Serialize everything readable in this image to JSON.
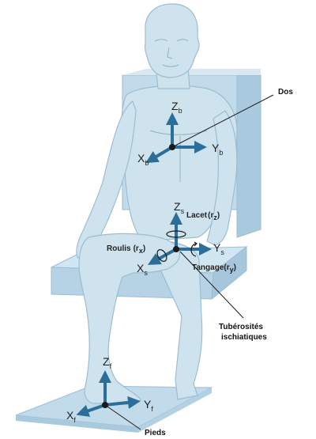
{
  "callouts": {
    "back": "Dos",
    "ischial_1": "Tubérosités",
    "ischial_2": "ischiatiques",
    "feet": "Pieds"
  },
  "frames": {
    "back": {
      "z": "Z",
      "z_sub": "b",
      "y": "Y",
      "y_sub": "b",
      "x": "X",
      "x_sub": "b"
    },
    "seat": {
      "z": "Z",
      "z_sub": "s",
      "y": "Y",
      "y_sub": "s",
      "x": "X",
      "x_sub": "s"
    },
    "feet": {
      "z": "Z",
      "z_sub": "f",
      "y": "Y",
      "y_sub": "f",
      "x": "X",
      "x_sub": "f"
    }
  },
  "rotations": {
    "yaw": {
      "label": "Lacet",
      "sym": "r",
      "sub": "z"
    },
    "roll": {
      "label": "Roulis",
      "sym": "r",
      "sub": "x"
    },
    "pitch": {
      "label": "Tangage",
      "sym": "r",
      "sub": "y"
    }
  },
  "colors": {
    "body_fill": "#cfe3ef",
    "body_stroke": "#9bbdd2",
    "chair_fill": "#c2dbeb",
    "chair_dark": "#a9c9de",
    "arrow": "#2b6e99"
  }
}
